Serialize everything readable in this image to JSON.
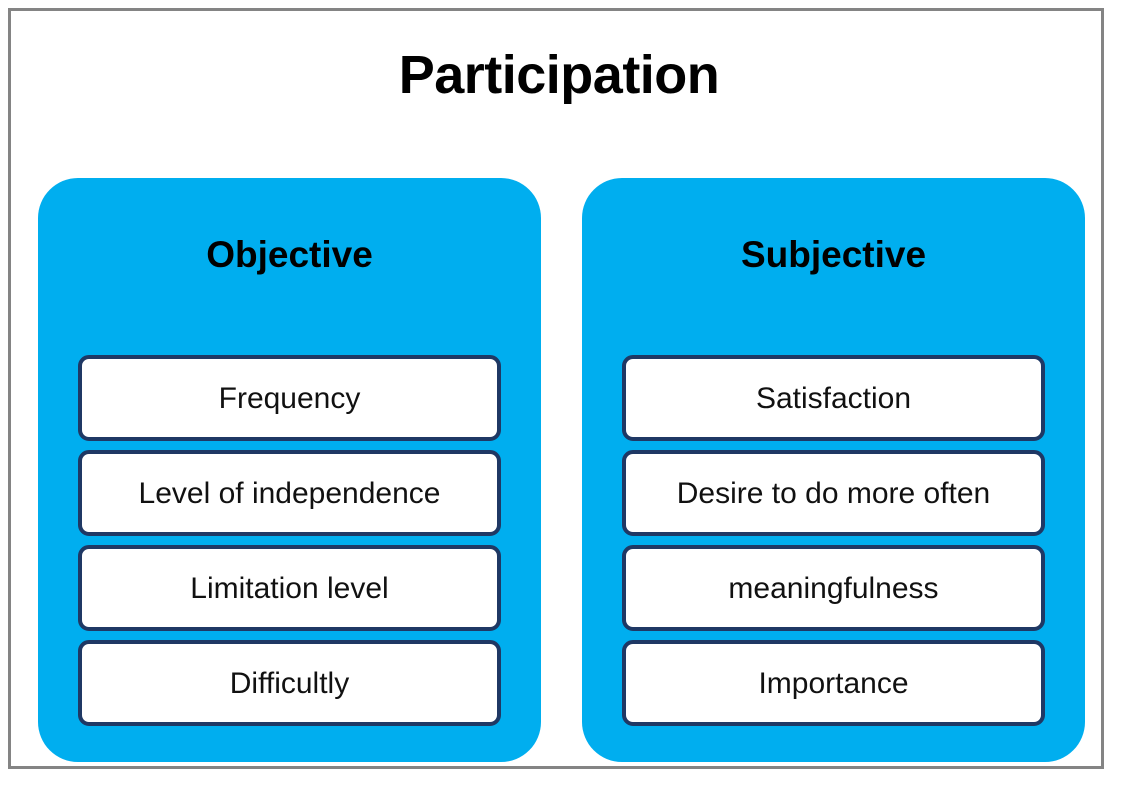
{
  "diagram": {
    "title": "Participation",
    "frame_border_color": "#848484",
    "panel_color": "#00AEEF",
    "box_border_color": "#1F3864",
    "box_fill_color": "#FFFFFF",
    "text_color": "#000000",
    "columns": [
      {
        "heading": "Objective",
        "items": [
          {
            "label": "Frequency"
          },
          {
            "label": "Level of independence"
          },
          {
            "label": "Limitation level"
          },
          {
            "label": "Difficultly"
          }
        ]
      },
      {
        "heading": "Subjective",
        "items": [
          {
            "label": "Satisfaction"
          },
          {
            "label": "Desire to do more often"
          },
          {
            "label": "meaningfulness"
          },
          {
            "label": "Importance"
          }
        ]
      }
    ]
  }
}
